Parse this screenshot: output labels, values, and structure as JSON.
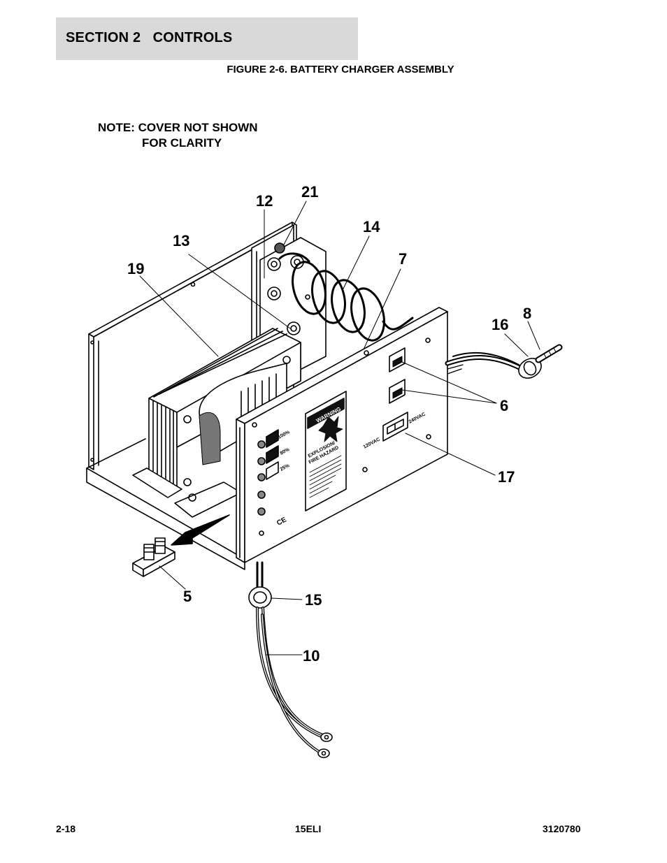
{
  "header": {
    "section": "SECTION 2   CONTROLS"
  },
  "figure": {
    "title": "FIGURE 2-6. BATTERY CHARGER ASSEMBLY"
  },
  "note": {
    "line1": "NOTE: COVER NOT SHOWN",
    "line2": "FOR CLARITY"
  },
  "callouts": [
    "12",
    "21",
    "14",
    "13",
    "7",
    "19",
    "16",
    "8",
    "6",
    "17",
    "5",
    "15",
    "10"
  ],
  "panel_labels": {
    "warning": "WARNING",
    "hazard1": "EXPLOSION/",
    "hazard2": "FIRE HAZARD",
    "pct100": "100%",
    "pct80": "80%",
    "pct25": "25%",
    "v120": "120VAC",
    "v240": "240VAC",
    "ce": "CE"
  },
  "footer": {
    "left": "2-18",
    "center": "15ELI",
    "right": "3120780"
  }
}
